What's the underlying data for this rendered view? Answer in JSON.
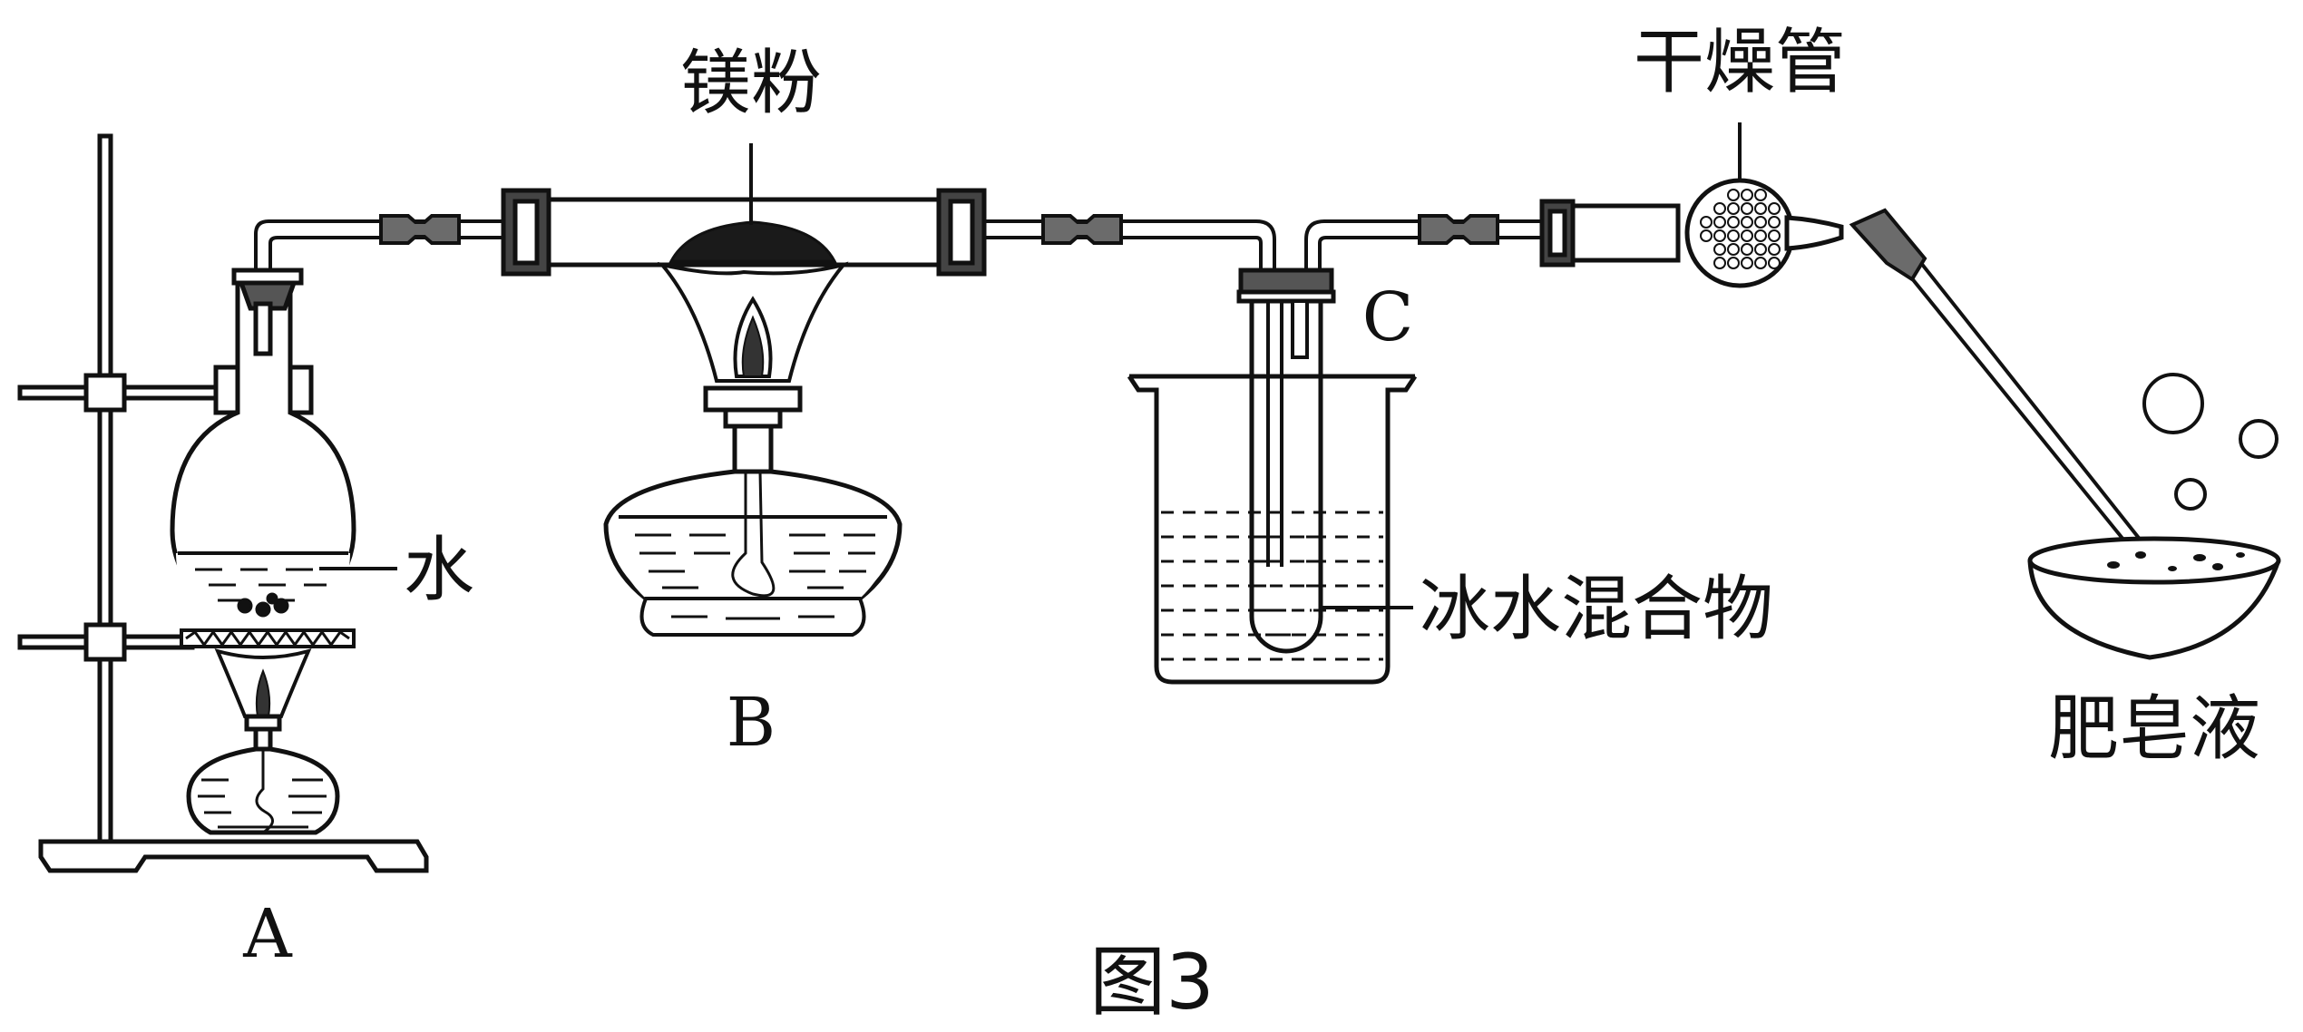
{
  "labels": {
    "magnesium_powder": "镁粉",
    "drying_tube": "干燥管",
    "water": "水",
    "ice_water_mixture": "冰水混合物",
    "soap_solution": "肥皂液",
    "apparatus_a": "A",
    "apparatus_b": "B",
    "apparatus_c": "C",
    "figure_caption": "图3"
  },
  "colors": {
    "stroke": "#111111",
    "connector": "#6b6b6b",
    "powder": "#1a1a1a",
    "background": "#ffffff"
  }
}
